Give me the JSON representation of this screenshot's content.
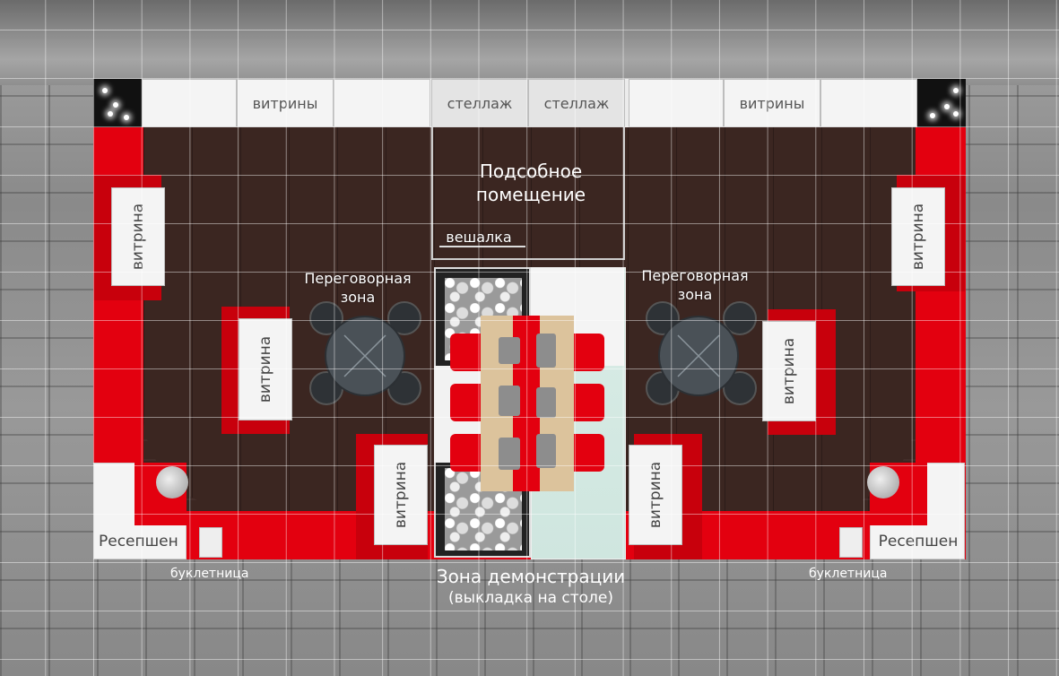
{
  "labels": {
    "vitriny_left": "витрины",
    "stellazh_1": "стеллаж",
    "stellazh_2": "стеллаж",
    "vitriny_right": "витрины",
    "utility_room": "Подсобное\nпомещение",
    "hanger": "вешалка",
    "meeting_left": "Переговорная\nзона",
    "meeting_right": "Переговорная\nзона",
    "showcase_left_upper": "витрина",
    "showcase_left_mid": "витрина",
    "showcase_left_lower": "витрина",
    "showcase_right_upper": "витрина",
    "showcase_right_mid": "витрина",
    "showcase_right_lower": "витрина",
    "reception_left": "Ресепшен",
    "reception_right": "Ресепшен",
    "booklet_left": "буклетница",
    "booklet_right": "буклетница",
    "demo_zone": "Зона демонстрации",
    "demo_zone_note": "(выкладка на столе)"
  },
  "colors": {
    "accent_red": "#e3000f",
    "floor_wood": "#3b2621",
    "panel_white": "#f4f4f4"
  }
}
